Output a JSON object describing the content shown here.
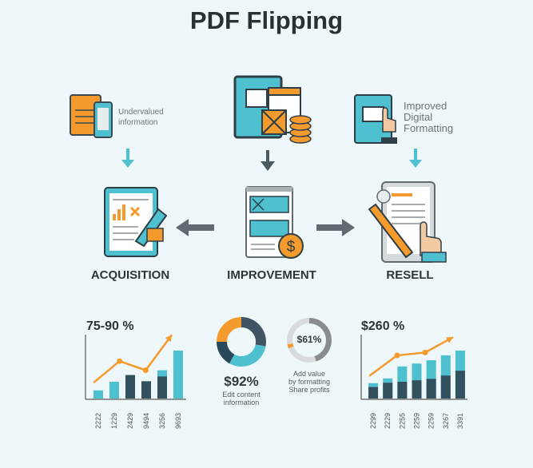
{
  "title": "PDF Flipping",
  "colors": {
    "background": "#eef8fb",
    "teal": "#4fc0cf",
    "dark": "#33505e",
    "orange": "#f59a2c",
    "grey": "#5f6b70"
  },
  "inputs": {
    "left_note": [
      "Undervalued",
      "information"
    ],
    "right_note": [
      "Improved",
      "Digital",
      "Formatting"
    ]
  },
  "steps": [
    {
      "label": "ACQUISITION",
      "icon": "document-chart-pen-icon"
    },
    {
      "label": "IMPROVEMENT",
      "icon": "report-dollar-icon"
    },
    {
      "label": "RESELL",
      "icon": "tablet-hand-pen-icon"
    }
  ],
  "chart_data": [
    {
      "type": "bar",
      "title": "75-90 %",
      "categories": [
        "2222",
        "1229",
        "2429",
        "9494",
        "3256",
        "9693"
      ],
      "series": [
        {
          "values": [
            17,
            35,
            49,
            36,
            59,
            100
          ],
          "dark_portion": [
            0,
            0,
            49,
            36,
            46,
            0
          ]
        }
      ],
      "trend_line": [
        33,
        78,
        59,
        133
      ],
      "ylim": [
        0,
        140
      ],
      "grid": false
    },
    {
      "type": "donut",
      "label": "$92%",
      "caption": [
        "Edit content",
        "information"
      ],
      "slices": [
        {
          "value": 28,
          "color": "#3f5566"
        },
        {
          "value": 30,
          "color": "#4fc0cf"
        },
        {
          "value": 17,
          "color": "#28495a"
        },
        {
          "value": 25,
          "color": "#f59a2c"
        }
      ]
    },
    {
      "type": "donut",
      "label": "$61%",
      "caption": [
        "Add value",
        "by formatting",
        "Share profits"
      ],
      "slices": [
        {
          "value": 45,
          "color": "#8a8d8f"
        },
        {
          "value": 24,
          "color": "#d9dadb"
        },
        {
          "value": 3,
          "color": "#f59a2c"
        },
        {
          "value": 28,
          "color": "#d9dadb"
        }
      ]
    },
    {
      "type": "bar",
      "title": "$260 %",
      "categories": [
        "2299",
        "2229",
        "2255",
        "2259",
        "2259",
        "3267",
        "3391"
      ],
      "series": [
        {
          "name": "",
          "values": [
            32,
            42,
            67,
            73,
            80,
            90,
            100
          ],
          "dark_portion": [
            24,
            33,
            35,
            38,
            41,
            48,
            58
          ]
        }
      ],
      "trend_line": [
        47,
        90,
        96,
        128
      ],
      "ylim": [
        0,
        140
      ],
      "grid": false
    }
  ]
}
